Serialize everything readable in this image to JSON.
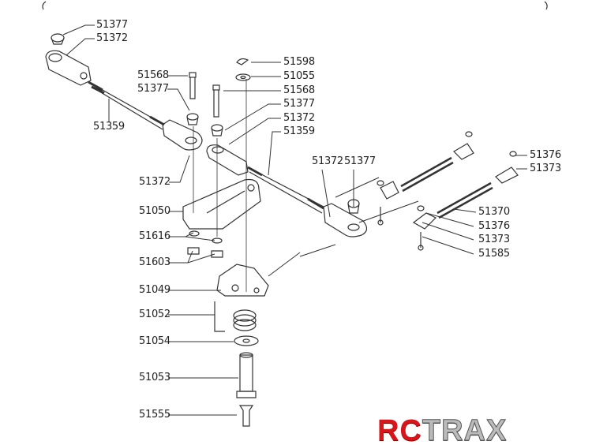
{
  "diagram": {
    "labels_left": [
      "51377",
      "51372",
      "51568",
      "51377",
      "51359",
      "51372",
      "51050",
      "51616",
      "51603",
      "51049",
      "51052",
      "51054",
      "51053",
      "51555"
    ],
    "labels_center": [
      "51598",
      "51055",
      "51568",
      "51377",
      "51372",
      "51359",
      "51372",
      "51377"
    ],
    "labels_right": [
      "51376",
      "51373",
      "51370",
      "51376",
      "51373",
      "51585"
    ]
  },
  "logo": {
    "part1": "RC",
    "part2": "TRAX"
  },
  "colors": {
    "line": "#333333",
    "logo_red": "#d8151b",
    "logo_silver": "#bbbbbb"
  }
}
